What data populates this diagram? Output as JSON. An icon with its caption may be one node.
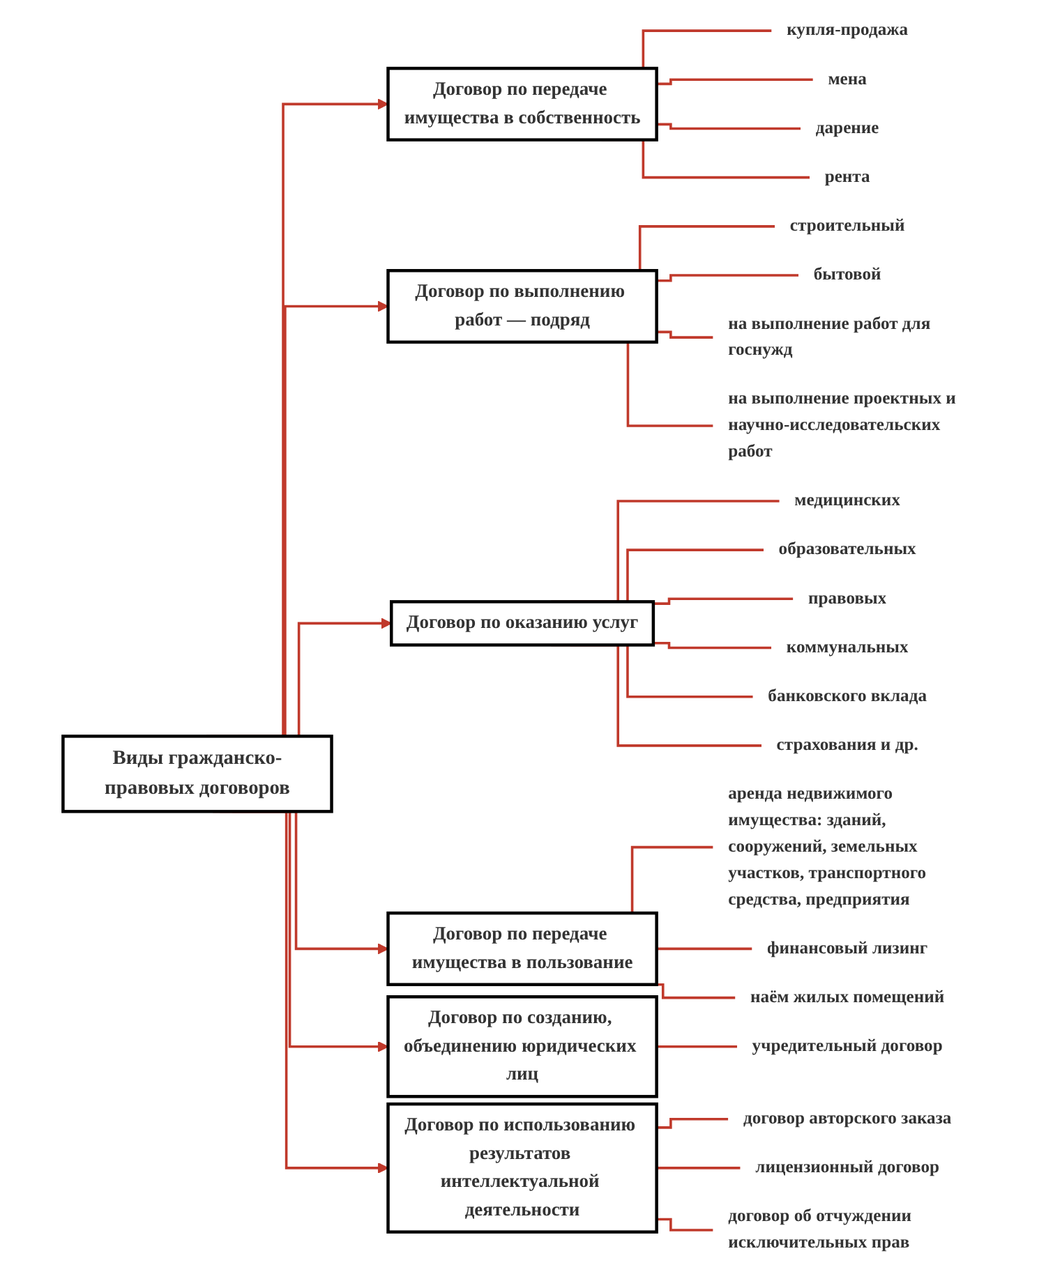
{
  "diagram": {
    "nodes": [
      {
        "text": [
          "Виды гражданско-правовых договоров"
        ]
      },
      {
        "text": [
          "Договор по передаче имущества в собственность"
        ]
      },
      {
        "text": [
          "Договор по выполнению работ — подряд"
        ]
      },
      {
        "text": [
          "Договор по оказанию услуг"
        ]
      },
      {
        "text": [
          "купля-продажа"
        ]
      },
      {
        "text": [
          "мена"
        ]
      },
      {
        "text": [
          "дарение"
        ]
      },
      {
        "text": [
          "рента"
        ]
      },
      {
        "text": [
          "строительный"
        ]
      },
      {
        "text": [
          "бытовой"
        ]
      },
      {
        "text": [
          "на выполнение работ для госнужд"
        ]
      },
      {
        "text": [
          "на выполнение проектных и научно-исследовательских работ"
        ]
      },
      {
        "text": [
          "медицинских"
        ]
      },
      {
        "text": [
          "образовательных"
        ]
      },
      {
        "text": [
          "правовых"
        ]
      },
      {
        "text": [
          "коммунальных"
        ]
      },
      {
        "text": [
          "банковского вклада"
        ]
      },
      {
        "text": [
          "страхования и др."
        ]
      },
      {
        "text": [
          "Договор по передаче имущества в пользование"
        ]
      },
      {
        "text": [
          "Договор по созданию, объединению юридических лиц"
        ]
      },
      {
        "text": [
          "Договор по использованию результатов интеллектуальной деятельности"
        ]
      },
      {
        "text": [
          "аренда недвижимого имущества: зданий, сооружений, земельных участков, транспортного средства, предприятия"
        ]
      },
      {
        "text": [
          "финансовый лизинг"
        ]
      },
      {
        "text": [
          "наём жилых помещений"
        ]
      },
      {
        "text": [
          "учредительный договор"
        ]
      },
      {
        "text": [
          "договор авторского заказа"
        ]
      },
      {
        "text": [
          "лицензионный договор"
        ]
      },
      {
        "text": [
          "договор об отчуждении исключительных прав"
        ]
      }
    ],
    "edges": [
      {
        "from": 0,
        "to": 1,
        "arrow": "to"
      },
      {
        "from": 0,
        "to": 2,
        "arrow": "to"
      },
      {
        "from": 0,
        "to": 3,
        "arrow": "to"
      },
      {
        "from": 1,
        "to": 4,
        "arrow": "none"
      },
      {
        "from": 1,
        "to": 5,
        "arrow": "none"
      },
      {
        "from": 1,
        "to": 6,
        "arrow": "none"
      },
      {
        "from": 1,
        "to": 7,
        "arrow": "none"
      },
      {
        "from": 2,
        "to": 8,
        "arrow": "none"
      },
      {
        "from": 2,
        "to": 9,
        "arrow": "none"
      },
      {
        "from": 2,
        "to": 10,
        "arrow": "none"
      },
      {
        "from": 2,
        "to": 11,
        "arrow": "none"
      },
      {
        "from": 3,
        "to": 12,
        "arrow": "none"
      },
      {
        "from": 3,
        "to": 13,
        "arrow": "none"
      },
      {
        "from": 3,
        "to": 14,
        "arrow": "none"
      },
      {
        "from": 3,
        "to": 15,
        "arrow": "none"
      },
      {
        "from": 3,
        "to": 16,
        "arrow": "none"
      },
      {
        "from": 3,
        "to": 17,
        "arrow": "none"
      },
      {
        "from": 0,
        "to": 18,
        "arrow": "to"
      },
      {
        "from": 0,
        "to": 19,
        "arrow": "to"
      },
      {
        "from": 0,
        "to": 20,
        "arrow": "to"
      },
      {
        "from": 18,
        "to": 21,
        "arrow": "none"
      },
      {
        "from": 18,
        "to": 22,
        "arrow": "none"
      },
      {
        "from": 18,
        "to": 23,
        "arrow": "none"
      },
      {
        "from": 19,
        "to": 24,
        "arrow": "none"
      },
      {
        "from": 20,
        "to": 25,
        "arrow": "none"
      },
      {
        "from": 20,
        "to": 26,
        "arrow": "none"
      },
      {
        "from": 20,
        "to": 27,
        "arrow": "none"
      }
    ]
  }
}
